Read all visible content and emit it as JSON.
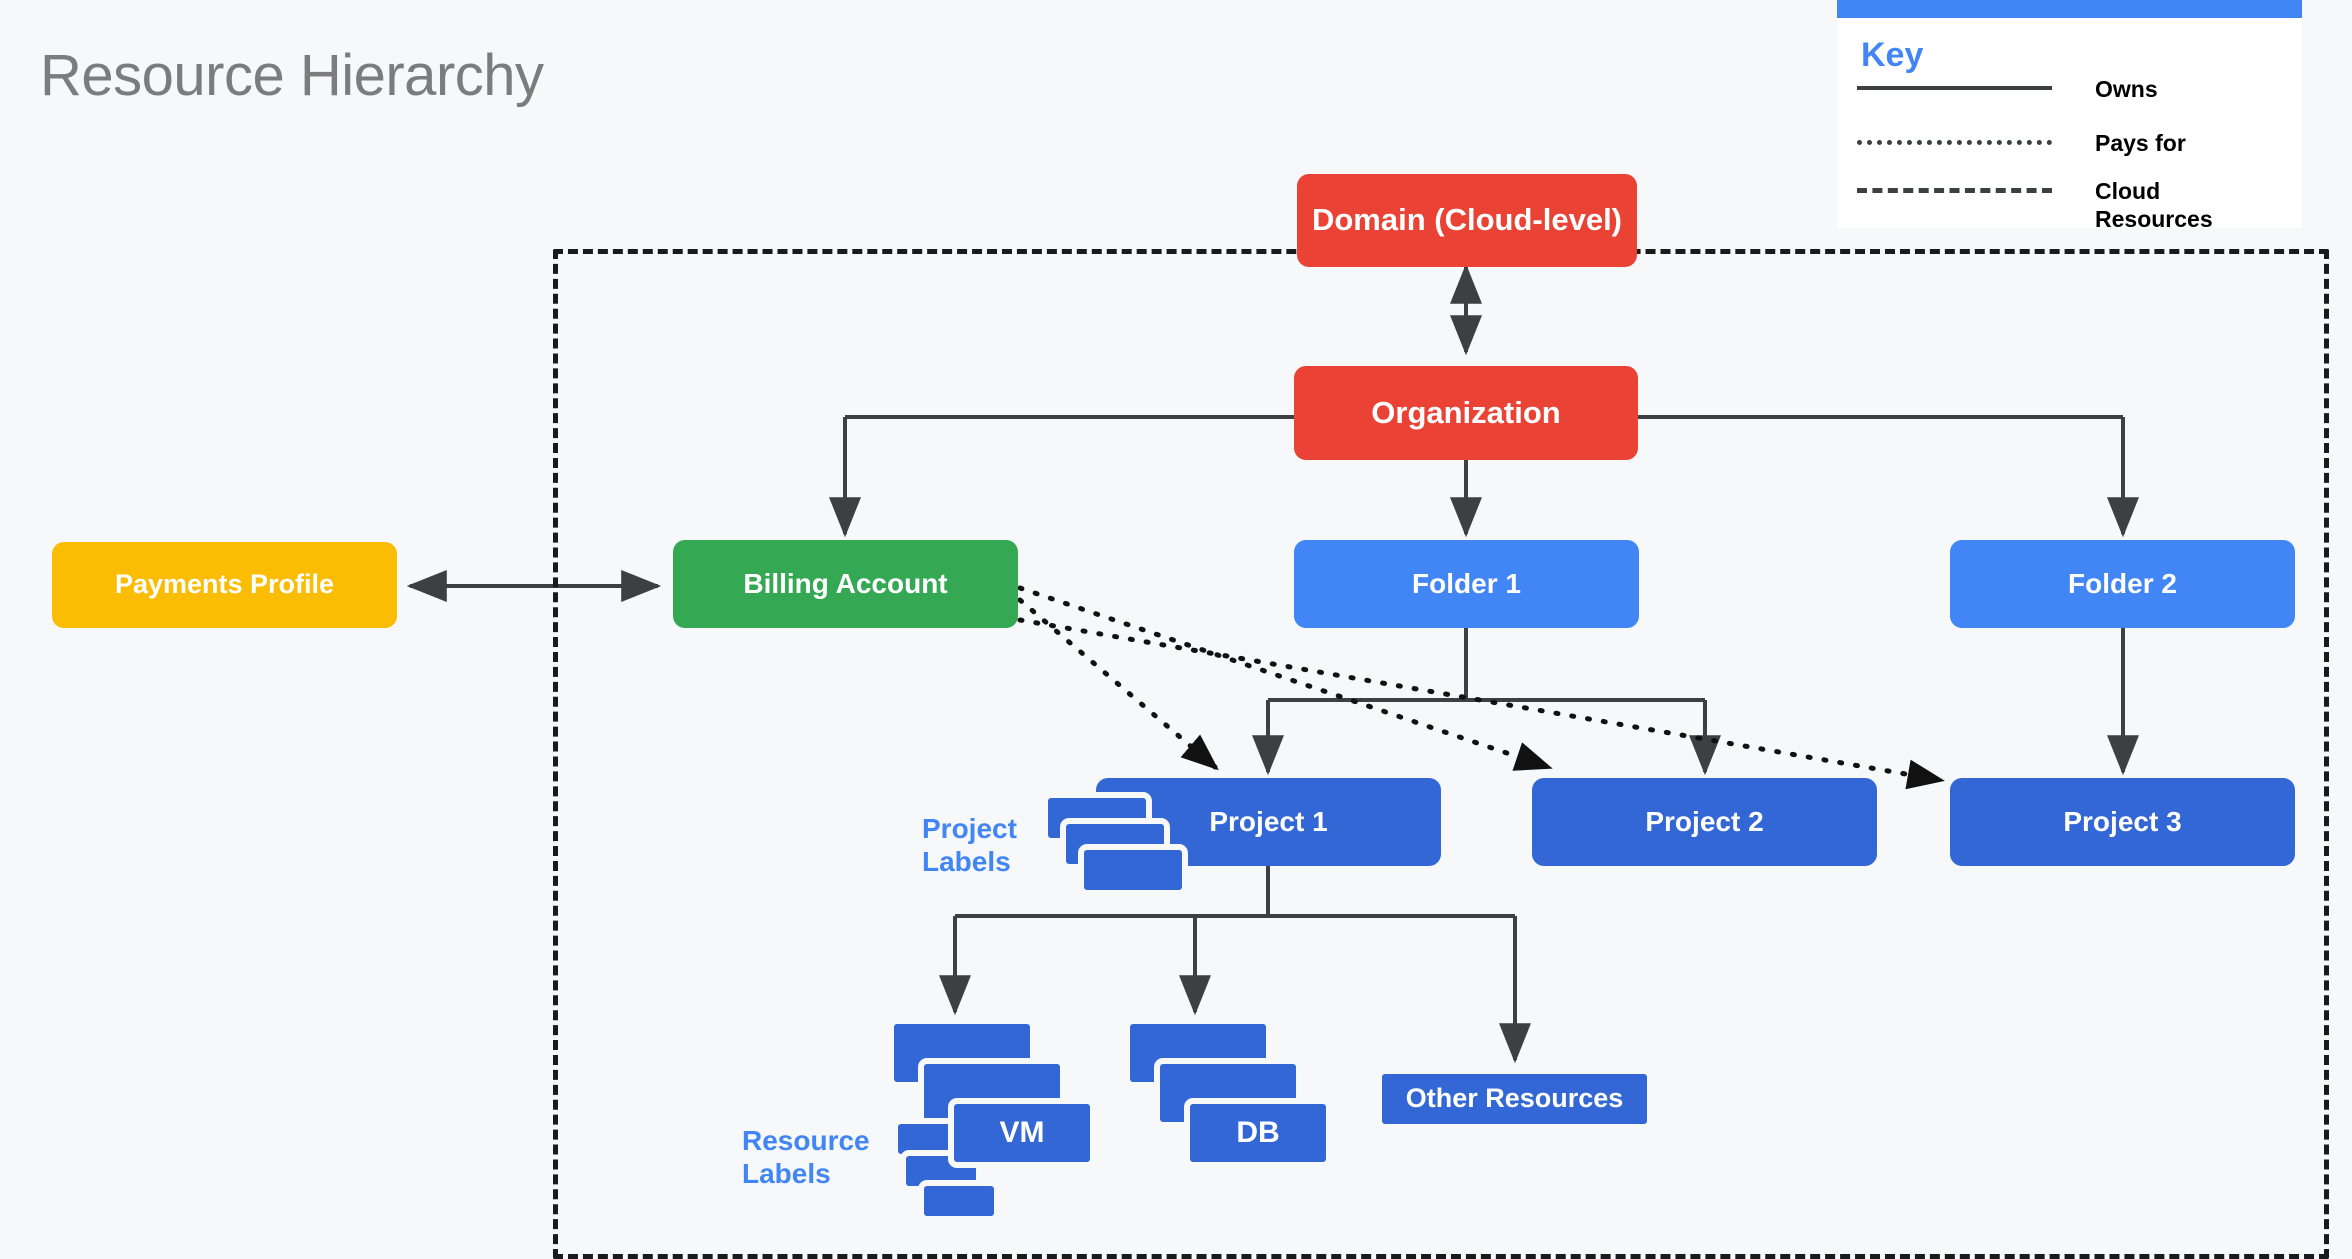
{
  "page": {
    "title": "Resource Hierarchy",
    "background_color": "#f6f8fa",
    "title_color": "#7c7c7c"
  },
  "legend": {
    "title": "Key",
    "accent_color": "#4285f4",
    "items": [
      {
        "style": "solid",
        "label": "Owns"
      },
      {
        "style": "dotted",
        "label": "Pays for"
      },
      {
        "style": "dashed",
        "label": "Cloud Resources"
      }
    ]
  },
  "nodes": {
    "domain": {
      "label": "Domain (Cloud-level)",
      "color": "#ea4335"
    },
    "organization": {
      "label": "Organization",
      "color": "#ea4335"
    },
    "payments_profile": {
      "label": "Payments Profile",
      "color": "#fbbc04"
    },
    "billing_account": {
      "label": "Billing Account",
      "color": "#34a853"
    },
    "folder1": {
      "label": "Folder 1",
      "color": "#4285f4"
    },
    "folder2": {
      "label": "Folder 2",
      "color": "#4285f4"
    },
    "project1": {
      "label": "Project 1",
      "color": "#3367d6"
    },
    "project2": {
      "label": "Project 2",
      "color": "#3367d6"
    },
    "project3": {
      "label": "Project 3",
      "color": "#3367d6"
    },
    "vm": {
      "label": "VM",
      "color": "#3367d6"
    },
    "db": {
      "label": "DB",
      "color": "#3367d6"
    },
    "other_resources": {
      "label": "Other Resources",
      "color": "#3367d6"
    }
  },
  "side_labels": {
    "project_labels": "Project\nLabels",
    "resource_labels": "Resource\nLabels"
  },
  "boundary": {
    "style": "dashed",
    "meaning": "Cloud Resources",
    "color": "#1a1a1a"
  },
  "relationships": [
    {
      "from": "Domain (Cloud-level)",
      "to": "Organization",
      "type": "owns",
      "direction": "both"
    },
    {
      "from": "Payments Profile",
      "to": "Billing Account",
      "type": "owns",
      "direction": "both"
    },
    {
      "from": "Organization",
      "to": "Billing Account",
      "type": "owns",
      "direction": "down"
    },
    {
      "from": "Organization",
      "to": "Folder 1",
      "type": "owns",
      "direction": "down"
    },
    {
      "from": "Organization",
      "to": "Folder 2",
      "type": "owns",
      "direction": "down"
    },
    {
      "from": "Folder 1",
      "to": "Project 1",
      "type": "owns",
      "direction": "down"
    },
    {
      "from": "Folder 1",
      "to": "Project 2",
      "type": "owns",
      "direction": "down"
    },
    {
      "from": "Folder 2",
      "to": "Project 3",
      "type": "owns",
      "direction": "down"
    },
    {
      "from": "Project 1",
      "to": "VM",
      "type": "owns",
      "direction": "down"
    },
    {
      "from": "Project 1",
      "to": "DB",
      "type": "owns",
      "direction": "down"
    },
    {
      "from": "Project 1",
      "to": "Other Resources",
      "type": "owns",
      "direction": "down"
    },
    {
      "from": "Billing Account",
      "to": "Project 1",
      "type": "pays_for",
      "direction": "down"
    },
    {
      "from": "Billing Account",
      "to": "Project 2",
      "type": "pays_for",
      "direction": "down"
    },
    {
      "from": "Billing Account",
      "to": "Project 3",
      "type": "pays_for",
      "direction": "down"
    }
  ]
}
